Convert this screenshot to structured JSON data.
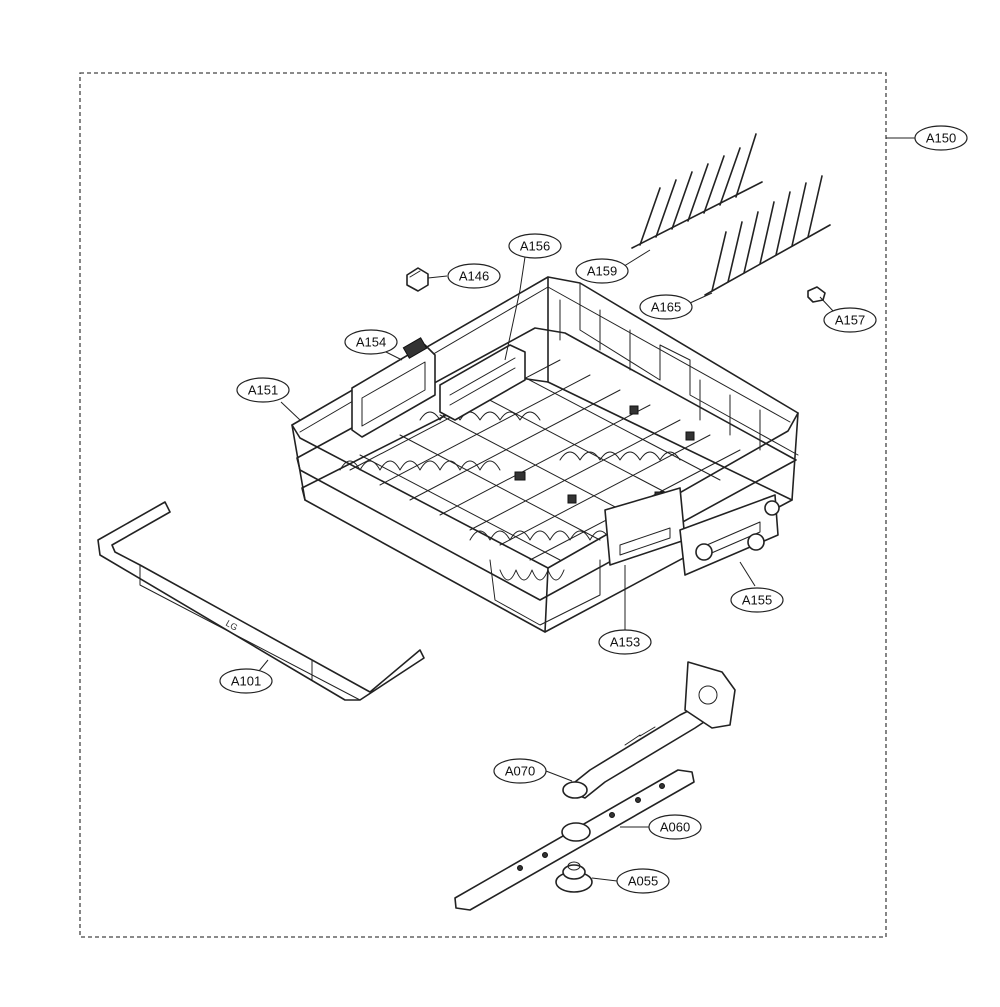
{
  "diagram": {
    "logo_text": "LG",
    "labels": [
      {
        "id": "A150",
        "text": "A150"
      },
      {
        "id": "A156",
        "text": "A156"
      },
      {
        "id": "A146",
        "text": "A146"
      },
      {
        "id": "A159",
        "text": "A159"
      },
      {
        "id": "A165",
        "text": "A165"
      },
      {
        "id": "A157",
        "text": "A157"
      },
      {
        "id": "A154",
        "text": "A154"
      },
      {
        "id": "A151",
        "text": "A151"
      },
      {
        "id": "A155",
        "text": "A155"
      },
      {
        "id": "A153",
        "text": "A153"
      },
      {
        "id": "A101",
        "text": "A101"
      },
      {
        "id": "A070",
        "text": "A070"
      },
      {
        "id": "A060",
        "text": "A060"
      },
      {
        "id": "A055",
        "text": "A055"
      }
    ]
  }
}
